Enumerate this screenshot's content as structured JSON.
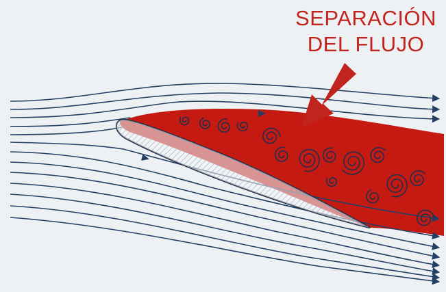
{
  "annotation": {
    "line1": "SEPARACIÓN",
    "line2": "DEL FLUJO"
  },
  "colors": {
    "background": "#eef1f4",
    "streamline": "#233f63",
    "separation_region": "#c41a12",
    "annotation_text": "#c0241c",
    "airfoil_outline": "#1e2c45"
  },
  "icons": {
    "arrow": "big-down-left-arrow"
  }
}
